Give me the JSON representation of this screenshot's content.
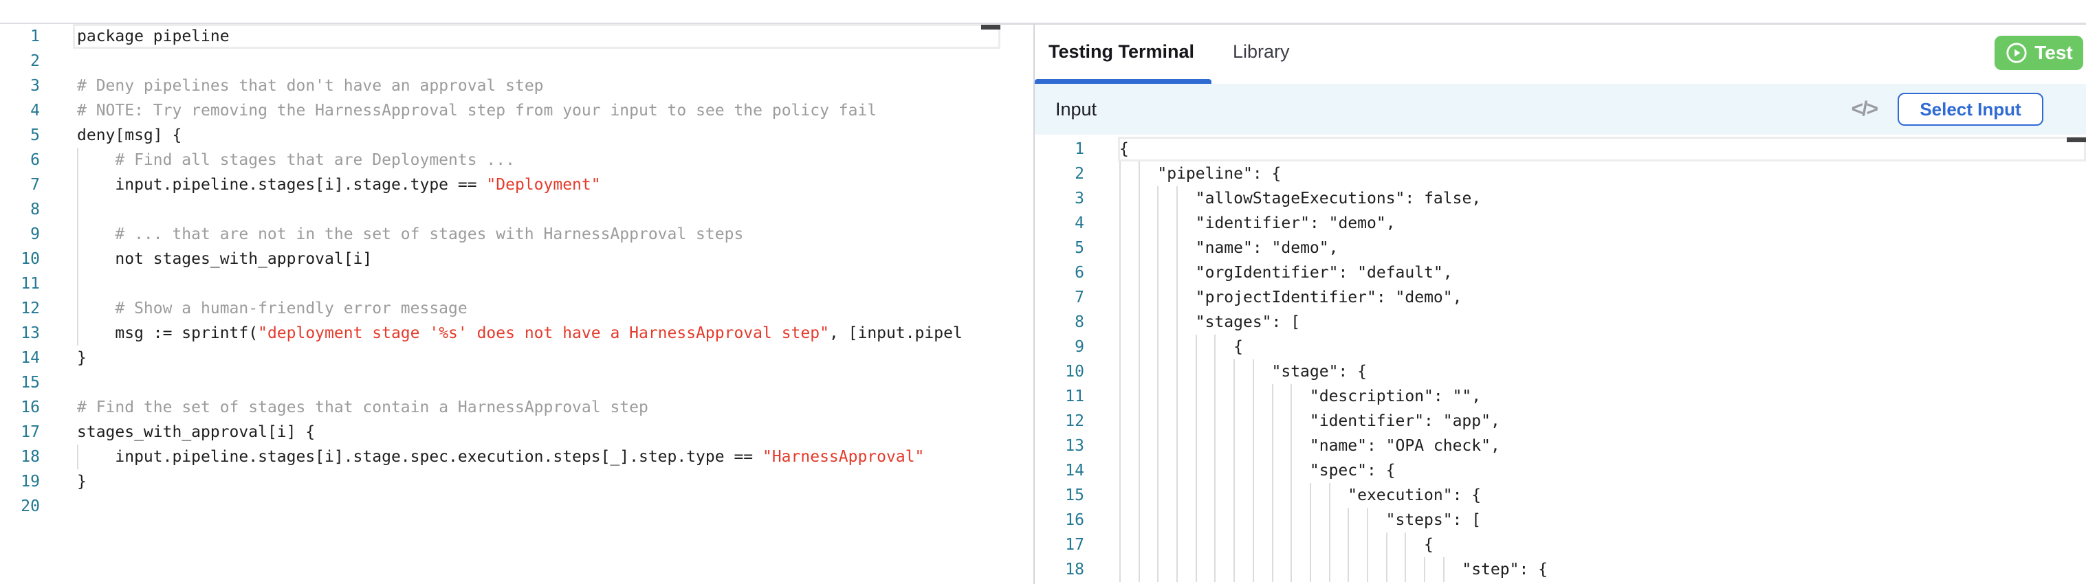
{
  "colors": {
    "accent_blue": "#2f6bd3",
    "green": "#6bc863",
    "string_red": "#e53a2b",
    "comment_gray": "#9c9c9c",
    "line_number_blue": "#237893",
    "input_bar_bg": "#edf6fb",
    "guide_gray": "#dcdcdc",
    "current_line_border": "#ececec",
    "border_gray": "#dcdce1",
    "divider_gray": "#d5d5da",
    "code_text": "#1e1e1e",
    "ruler_dash": "#434345"
  },
  "tabs": {
    "testing_terminal": "Testing Terminal",
    "library": "Library"
  },
  "test_button": "Test",
  "input_panel": {
    "title": "Input",
    "code_icon": "</>",
    "select_input": "Select Input"
  },
  "policy_editor": {
    "lines": [
      {
        "n": 1,
        "indent": 0,
        "segs": [
          [
            "code",
            "package pipeline"
          ]
        ]
      },
      {
        "n": 2,
        "indent": 0,
        "segs": []
      },
      {
        "n": 3,
        "indent": 0,
        "segs": [
          [
            "comment",
            "# Deny pipelines that don't have an approval step"
          ]
        ]
      },
      {
        "n": 4,
        "indent": 0,
        "segs": [
          [
            "comment",
            "# NOTE: Try removing the HarnessApproval step from your input to see the policy fail"
          ]
        ]
      },
      {
        "n": 5,
        "indent": 0,
        "segs": [
          [
            "code",
            "deny[msg] {"
          ]
        ]
      },
      {
        "n": 6,
        "indent": 4,
        "segs": [
          [
            "comment",
            "# Find all stages that are Deployments ..."
          ]
        ]
      },
      {
        "n": 7,
        "indent": 4,
        "segs": [
          [
            "code",
            "input.pipeline.stages[i].stage.type == "
          ],
          [
            "string",
            "\"Deployment\""
          ]
        ]
      },
      {
        "n": 8,
        "indent": 4,
        "segs": []
      },
      {
        "n": 9,
        "indent": 4,
        "segs": [
          [
            "comment",
            "# ... that are not in the set of stages with HarnessApproval steps"
          ]
        ]
      },
      {
        "n": 10,
        "indent": 4,
        "segs": [
          [
            "code",
            "not stages_with_approval[i]"
          ]
        ]
      },
      {
        "n": 11,
        "indent": 4,
        "segs": []
      },
      {
        "n": 12,
        "indent": 4,
        "segs": [
          [
            "comment",
            "# Show a human-friendly error message"
          ]
        ]
      },
      {
        "n": 13,
        "indent": 4,
        "segs": [
          [
            "code",
            "msg := sprintf("
          ],
          [
            "string",
            "\"deployment stage '%s' does not have a HarnessApproval step\""
          ],
          [
            "code",
            ", [input.pipel"
          ]
        ]
      },
      {
        "n": 14,
        "indent": 0,
        "segs": [
          [
            "code",
            "}"
          ]
        ]
      },
      {
        "n": 15,
        "indent": 0,
        "segs": []
      },
      {
        "n": 16,
        "indent": 0,
        "segs": [
          [
            "comment",
            "# Find the set of stages that contain a HarnessApproval step"
          ]
        ]
      },
      {
        "n": 17,
        "indent": 0,
        "segs": [
          [
            "code",
            "stages_with_approval[i] {"
          ]
        ]
      },
      {
        "n": 18,
        "indent": 4,
        "segs": [
          [
            "code",
            "input.pipeline.stages[i].stage.spec.execution.steps[_].step.type == "
          ],
          [
            "string",
            "\"HarnessApproval\""
          ]
        ]
      },
      {
        "n": 19,
        "indent": 0,
        "segs": [
          [
            "code",
            "}"
          ]
        ]
      },
      {
        "n": 20,
        "indent": 0,
        "segs": []
      }
    ]
  },
  "input_editor": {
    "lines": [
      {
        "n": 1,
        "indent": 0,
        "segs": [
          [
            "code",
            "{"
          ]
        ]
      },
      {
        "n": 2,
        "indent": 4,
        "segs": [
          [
            "code",
            "\"pipeline\": {"
          ]
        ]
      },
      {
        "n": 3,
        "indent": 8,
        "segs": [
          [
            "code",
            "\"allowStageExecutions\": false,"
          ]
        ]
      },
      {
        "n": 4,
        "indent": 8,
        "segs": [
          [
            "code",
            "\"identifier\": \"demo\","
          ]
        ]
      },
      {
        "n": 5,
        "indent": 8,
        "segs": [
          [
            "code",
            "\"name\": \"demo\","
          ]
        ]
      },
      {
        "n": 6,
        "indent": 8,
        "segs": [
          [
            "code",
            "\"orgIdentifier\": \"default\","
          ]
        ]
      },
      {
        "n": 7,
        "indent": 8,
        "segs": [
          [
            "code",
            "\"projectIdentifier\": \"demo\","
          ]
        ]
      },
      {
        "n": 8,
        "indent": 8,
        "segs": [
          [
            "code",
            "\"stages\": ["
          ]
        ]
      },
      {
        "n": 9,
        "indent": 12,
        "segs": [
          [
            "code",
            "{"
          ]
        ]
      },
      {
        "n": 10,
        "indent": 16,
        "segs": [
          [
            "code",
            "\"stage\": {"
          ]
        ]
      },
      {
        "n": 11,
        "indent": 20,
        "segs": [
          [
            "code",
            "\"description\": \"\","
          ]
        ]
      },
      {
        "n": 12,
        "indent": 20,
        "segs": [
          [
            "code",
            "\"identifier\": \"app\","
          ]
        ]
      },
      {
        "n": 13,
        "indent": 20,
        "segs": [
          [
            "code",
            "\"name\": \"OPA check\","
          ]
        ]
      },
      {
        "n": 14,
        "indent": 20,
        "segs": [
          [
            "code",
            "\"spec\": {"
          ]
        ]
      },
      {
        "n": 15,
        "indent": 24,
        "segs": [
          [
            "code",
            "\"execution\": {"
          ]
        ]
      },
      {
        "n": 16,
        "indent": 28,
        "segs": [
          [
            "code",
            "\"steps\": ["
          ]
        ]
      },
      {
        "n": 17,
        "indent": 32,
        "segs": [
          [
            "code",
            "{"
          ]
        ]
      },
      {
        "n": 18,
        "indent": 36,
        "segs": [
          [
            "code",
            "\"step\": {"
          ]
        ]
      }
    ]
  }
}
